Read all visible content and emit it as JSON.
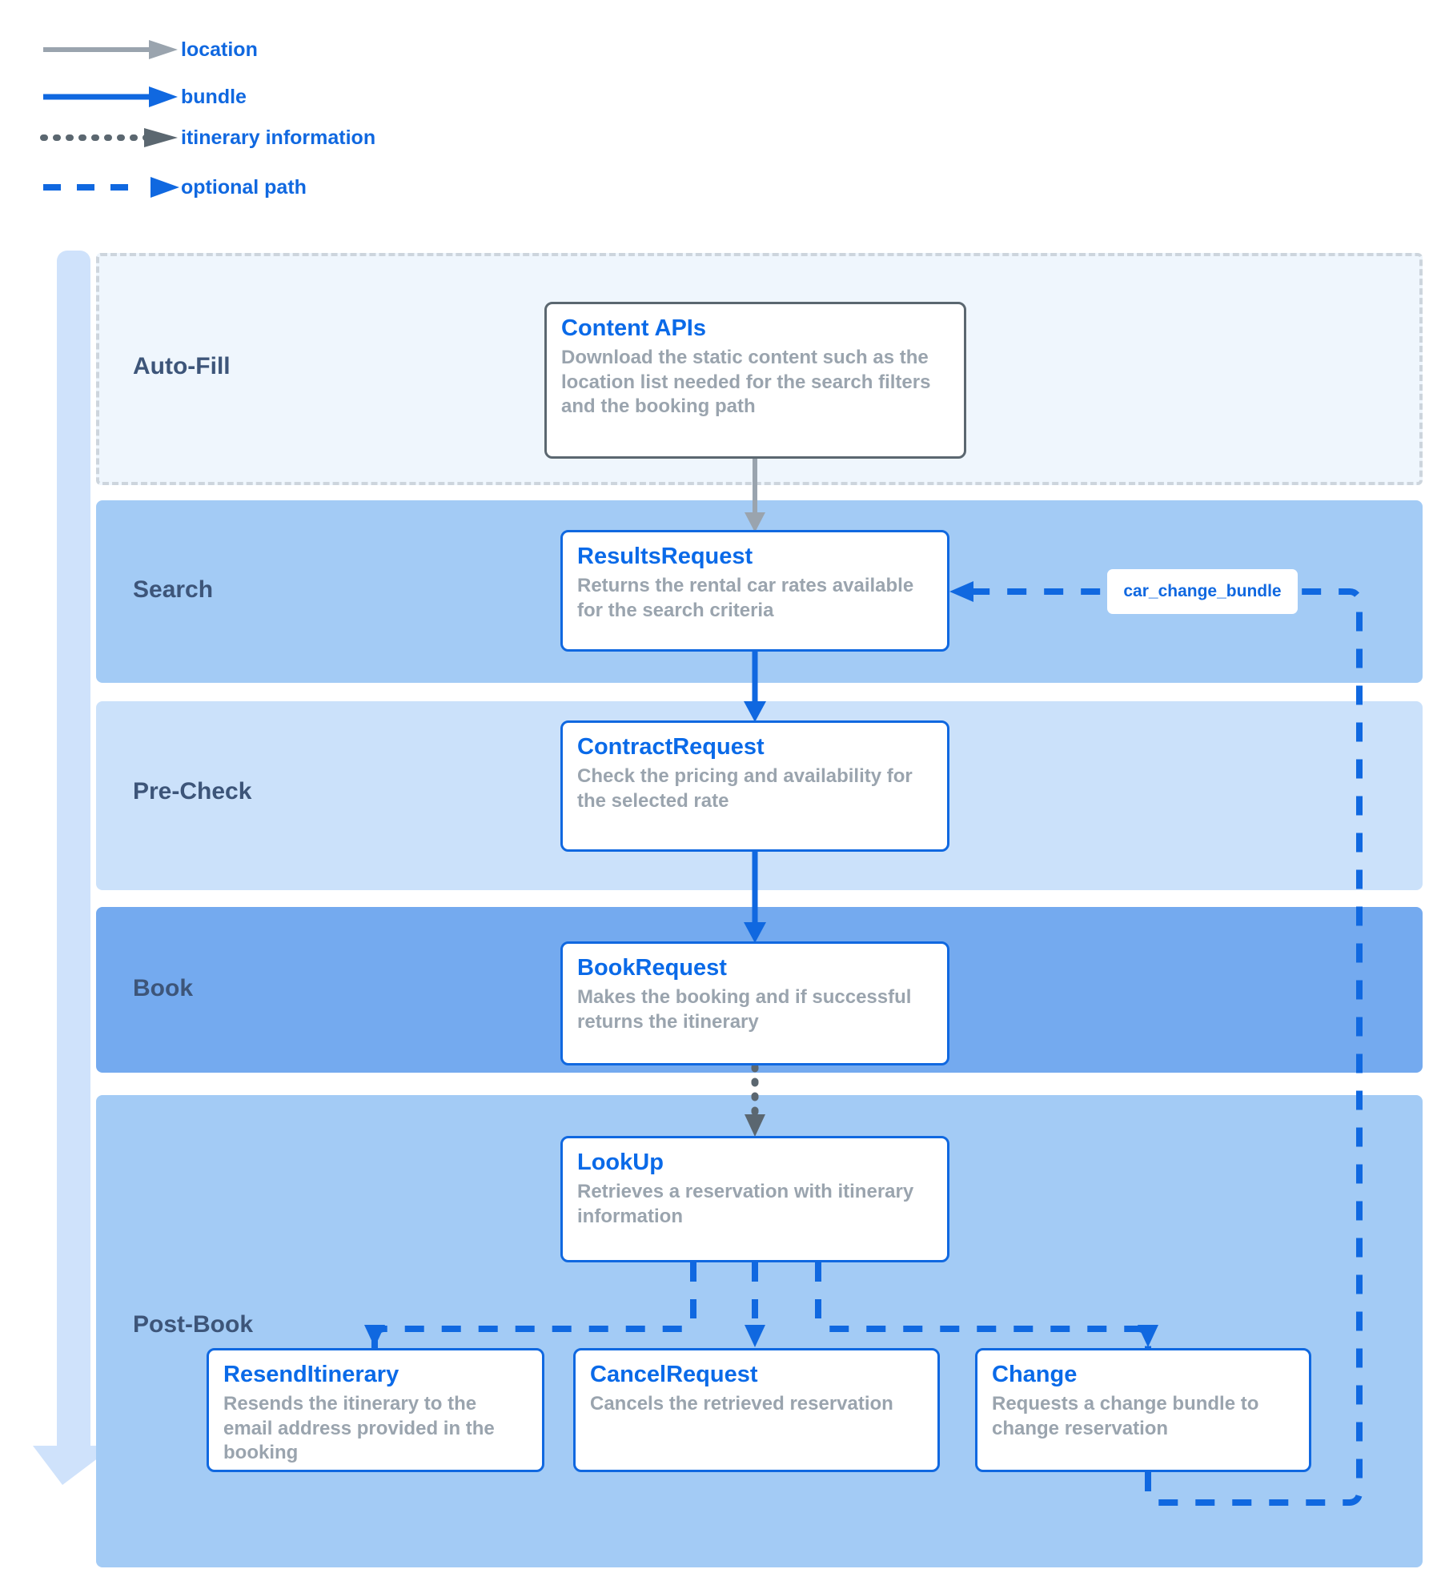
{
  "legend": {
    "items": [
      {
        "label": "location",
        "style": "solid",
        "color": "#9aa4ae",
        "icon": "arrow-right-icon"
      },
      {
        "label": "bundle",
        "style": "solid",
        "color": "#1068e0",
        "icon": "arrow-right-icon"
      },
      {
        "label": "itinerary information",
        "style": "dotted",
        "color": "#5b6770",
        "icon": "arrow-right-icon"
      },
      {
        "label": "optional path",
        "style": "dashed",
        "color": "#1068e0",
        "icon": "arrow-right-icon"
      }
    ]
  },
  "phases": [
    {
      "id": "auto-fill",
      "label": "Auto-Fill",
      "fill": "#eff6fd",
      "border": "#cdd5dd"
    },
    {
      "id": "search",
      "label": "Search",
      "fill": "#a3cbf5"
    },
    {
      "id": "pre-check",
      "label": "Pre-Check",
      "fill": "#cbe1fa"
    },
    {
      "id": "book",
      "label": "Book",
      "fill": "#74aaef"
    },
    {
      "id": "post-book",
      "label": "Post-Book",
      "fill": "#a3cbf5"
    }
  ],
  "nodes": {
    "content_apis": {
      "title": "Content APIs",
      "desc": "Download the static content such as the location list needed for the search filters and the booking path"
    },
    "results_request": {
      "title": "ResultsRequest",
      "desc": "Returns the rental car rates available for the search criteria"
    },
    "contract_request": {
      "title": "ContractRequest",
      "desc": "Check the pricing and availability for the selected rate"
    },
    "book_request": {
      "title": "BookRequest",
      "desc": "Makes the booking and if successful returns the itinerary"
    },
    "lookup": {
      "title": "LookUp",
      "desc": "Retrieves a reservation with itinerary information"
    },
    "resend_itinerary": {
      "title": "ResendItinerary",
      "desc": "Resends the itinerary to the email address provided in the booking"
    },
    "cancel_request": {
      "title": "CancelRequest",
      "desc": "Cancels the retrieved reservation"
    },
    "change": {
      "title": "Change",
      "desc": "Requests a change bundle to change reservation"
    }
  },
  "edges": {
    "car_change_bundle_label": "car_change_bundle"
  },
  "colors": {
    "accent": "#1068e0",
    "title_blue": "#0a6ae8",
    "desc_gray": "#9aa4ae",
    "phase_label": "#3d5579",
    "location_gray": "#9aa4ae",
    "itinerary_gray": "#5b6770",
    "flow_arrow": "#cfe2fb"
  }
}
